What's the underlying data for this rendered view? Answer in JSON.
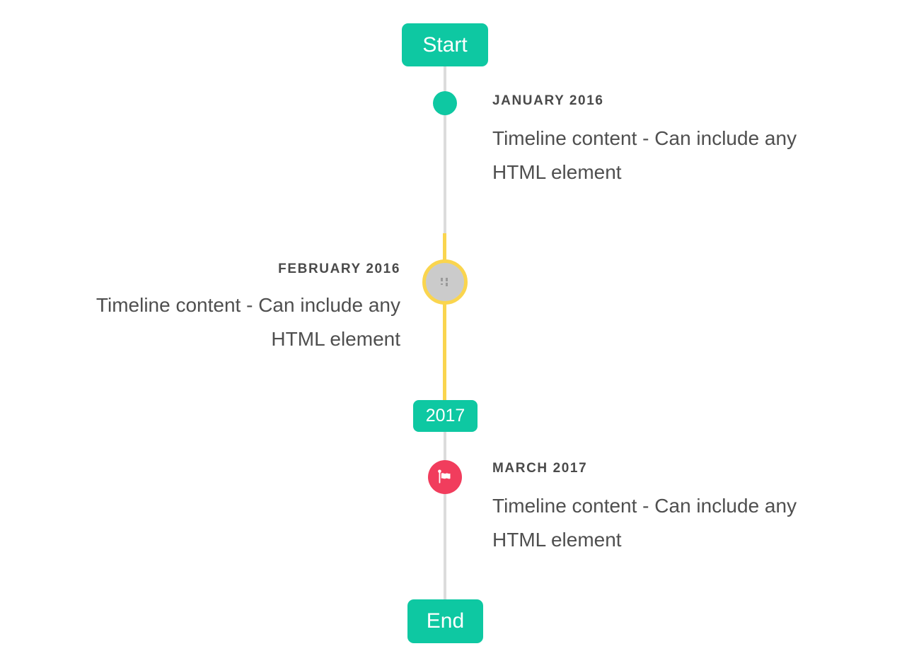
{
  "colors": {
    "page_bg": "#ffffff",
    "teal": "#0ec8a2",
    "red": "#f13d5d",
    "yellow": "#fad54e",
    "line_gray": "#dcdcdc",
    "circle_gray": "#cbcbcb",
    "label_text": "#4a4a4a",
    "content_text": "#4f4f4f"
  },
  "timeline": {
    "start_label": "Start",
    "end_label": "End",
    "year_badge": "2017",
    "events": [
      {
        "label": "JANUARY 2016",
        "content_lines": [
          "Timeline content - Can include any",
          "HTML element"
        ],
        "side": "right",
        "marker": "teal-dot"
      },
      {
        "label": "FEBRUARY 2016",
        "content_lines": [
          "Timeline content - Can include any",
          "HTML element"
        ],
        "side": "left",
        "marker": "image-circle-highlighted"
      },
      {
        "label": "MARCH 2017",
        "content_lines": [
          "Timeline content - Can include any",
          "HTML element"
        ],
        "side": "right",
        "marker": "red-flag-circle"
      }
    ]
  }
}
